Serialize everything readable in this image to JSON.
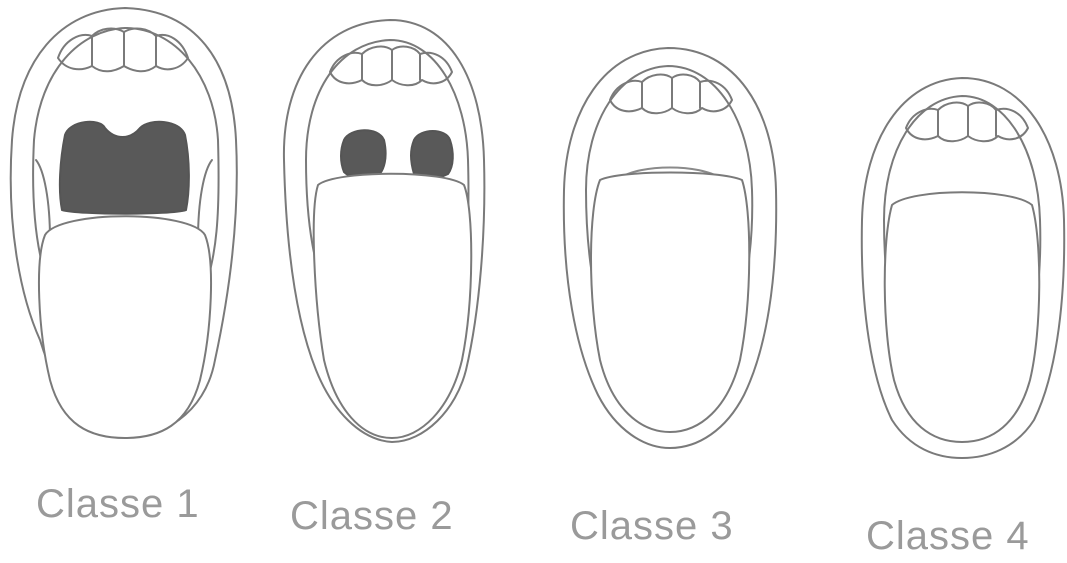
{
  "figure": {
    "panels": [
      {
        "label": "Classe 1"
      },
      {
        "label": "Classe 2"
      },
      {
        "label": "Classe 3"
      },
      {
        "label": "Classe 4"
      }
    ]
  },
  "colors": {
    "outline": "#7a7a7a",
    "tissue_shade": "#595959",
    "label_text": "#9a9a9a",
    "background": "#ffffff"
  }
}
